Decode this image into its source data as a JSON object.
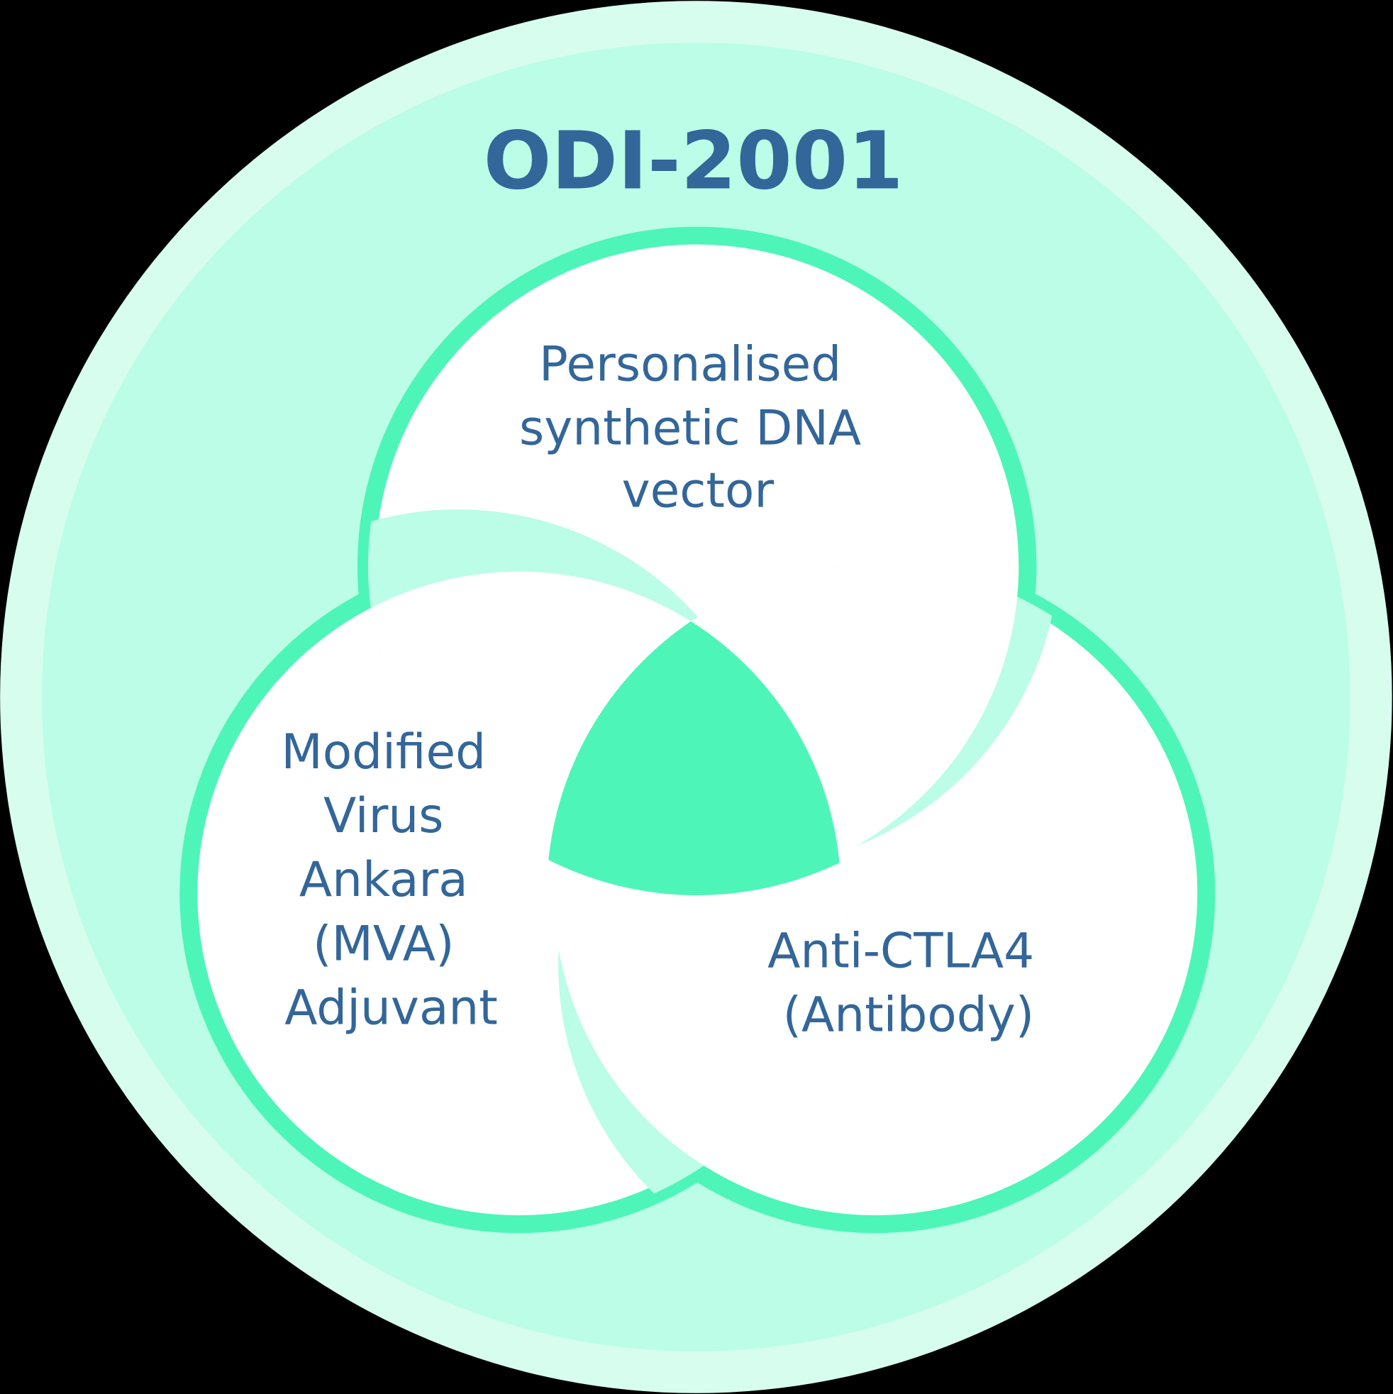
{
  "title": "ODI-2001",
  "colors": {
    "background": "#000000",
    "outer_ring": "#d7fdef",
    "inner_disc": "#bbfde6",
    "stroke": "#4ef5b8",
    "center": "#4ef5b8",
    "circle_fill": "#ffffff",
    "text": "#336699"
  },
  "circles": [
    {
      "id": "top",
      "lines": [
        "Personalised",
        "synthetic DNA",
        "vector"
      ]
    },
    {
      "id": "left",
      "lines": [
        "Modified",
        "Virus",
        "Ankara",
        "(MVA)",
        "Adjuvant"
      ]
    },
    {
      "id": "right",
      "lines": [
        "Anti-CTLA4",
        "(Antibody)"
      ]
    }
  ]
}
